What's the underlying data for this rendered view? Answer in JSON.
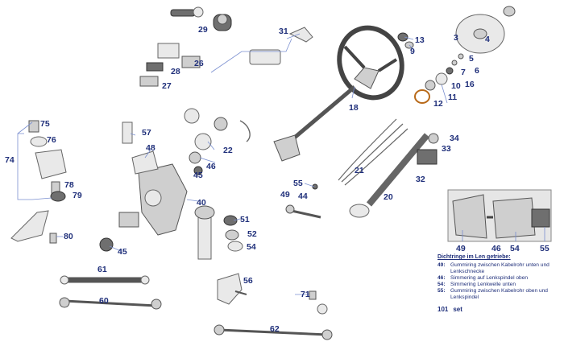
{
  "labels": {
    "l29": "29",
    "l31": "31",
    "l13": "13",
    "l9": "9",
    "l3": "3",
    "l4": "4",
    "l5": "5",
    "l6": "6",
    "l7": "7",
    "l16": "16",
    "l10": "10",
    "l11": "11",
    "l12": "12",
    "l26": "26",
    "l28": "28",
    "l27": "27",
    "l18": "18",
    "l75": "75",
    "l76": "76",
    "l74": "74",
    "l78": "78",
    "l79": "79",
    "l57": "57",
    "l48": "48",
    "l46": "46",
    "l45a": "45",
    "l22": "22",
    "l34": "34",
    "l33": "33",
    "l32": "32",
    "l21": "21",
    "l55": "55",
    "l49": "49",
    "l44": "44",
    "l20": "20",
    "l40": "40",
    "l80": "80",
    "l45b": "45",
    "l51": "51",
    "l52": "52",
    "l54": "54",
    "l61": "61",
    "l60": "60",
    "l56": "56",
    "l71": "71",
    "l62": "62",
    "i49": "49",
    "i46": "46",
    "i54": "54",
    "i55": "55"
  },
  "legend": {
    "title": "Dichtringe im Len  getriebe:",
    "rows": [
      {
        "k": "49:",
        "v": "Gummiring zwischen Kabelrohr unten  und Lenkschnecke"
      },
      {
        "k": "46:",
        "v": "Simmering auf Lenkspindel oben"
      },
      {
        "k": "54:",
        "v": "Simmering Lenkwelle unten"
      },
      {
        "k": "55:",
        "v": "Gummiring zwischen Kabelrohr oben und Lenkspindel"
      }
    ],
    "set_number": "101",
    "set_label": "set"
  },
  "colors": {
    "label": "#1f2f7a",
    "leader": "#7a8fd0"
  }
}
